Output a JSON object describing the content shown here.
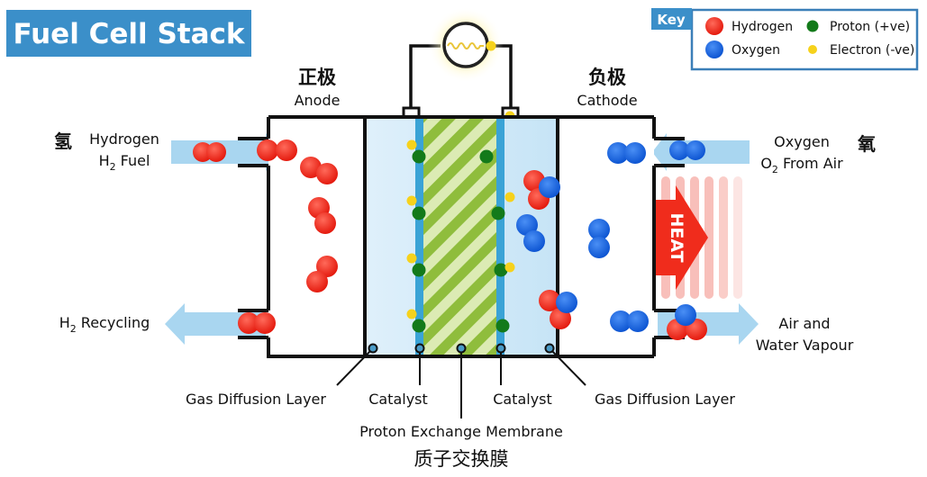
{
  "title": "Fuel Cell Stack",
  "colors": {
    "title_bg": "#3b8fc9",
    "hydrogen": "#ee2414",
    "oxygen": "#1565e0",
    "proton": "#137a1a",
    "electron": "#f6d21c",
    "pipe": "#a9d6f0",
    "catalyst": "#3aa3d6",
    "gdl_fill": "#cde8f8",
    "membrane_dark": "#8fbd3c",
    "membrane_light": "#dcebb4",
    "heat": "#f02c1c",
    "heat_stripes": "#f7b5ae"
  },
  "key": {
    "title": "Key",
    "items": [
      {
        "label": "Hydrogen",
        "type": "hydrogen"
      },
      {
        "label": "Proton (+ve)",
        "type": "proton"
      },
      {
        "label": "Oxygen",
        "type": "oxygen"
      },
      {
        "label": "Electron (-ve)",
        "type": "electron"
      }
    ]
  },
  "electrodes": {
    "anode": {
      "label_cn": "正极",
      "label_en": "Anode"
    },
    "cathode": {
      "label_cn": "负极",
      "label_en": "Cathode"
    }
  },
  "inputs": {
    "hydrogen": {
      "label_cn": "氢",
      "line1": "Hydrogen",
      "line2_main": "H",
      "line2_sub": "2",
      "line2_rest": " Fuel"
    },
    "oxygen": {
      "label_cn": "氧",
      "line1": "Oxygen",
      "line2_main": "O",
      "line2_sub": "2",
      "line2_rest": " From Air"
    }
  },
  "outputs": {
    "recycling": {
      "main": "H",
      "sub": "2",
      "rest": " Recycling"
    },
    "exhaust": {
      "line1": "Air and",
      "line2": "Water Vapour"
    }
  },
  "heat_label": "HEAT",
  "layers": {
    "gdl_left": "Gas Diffusion Layer",
    "catalyst_left": "Catalyst",
    "membrane": "Proton Exchange Membrane",
    "membrane_cn": "质子交换膜",
    "catalyst_right": "Catalyst",
    "gdl_right": "Gas Diffusion Layer"
  }
}
